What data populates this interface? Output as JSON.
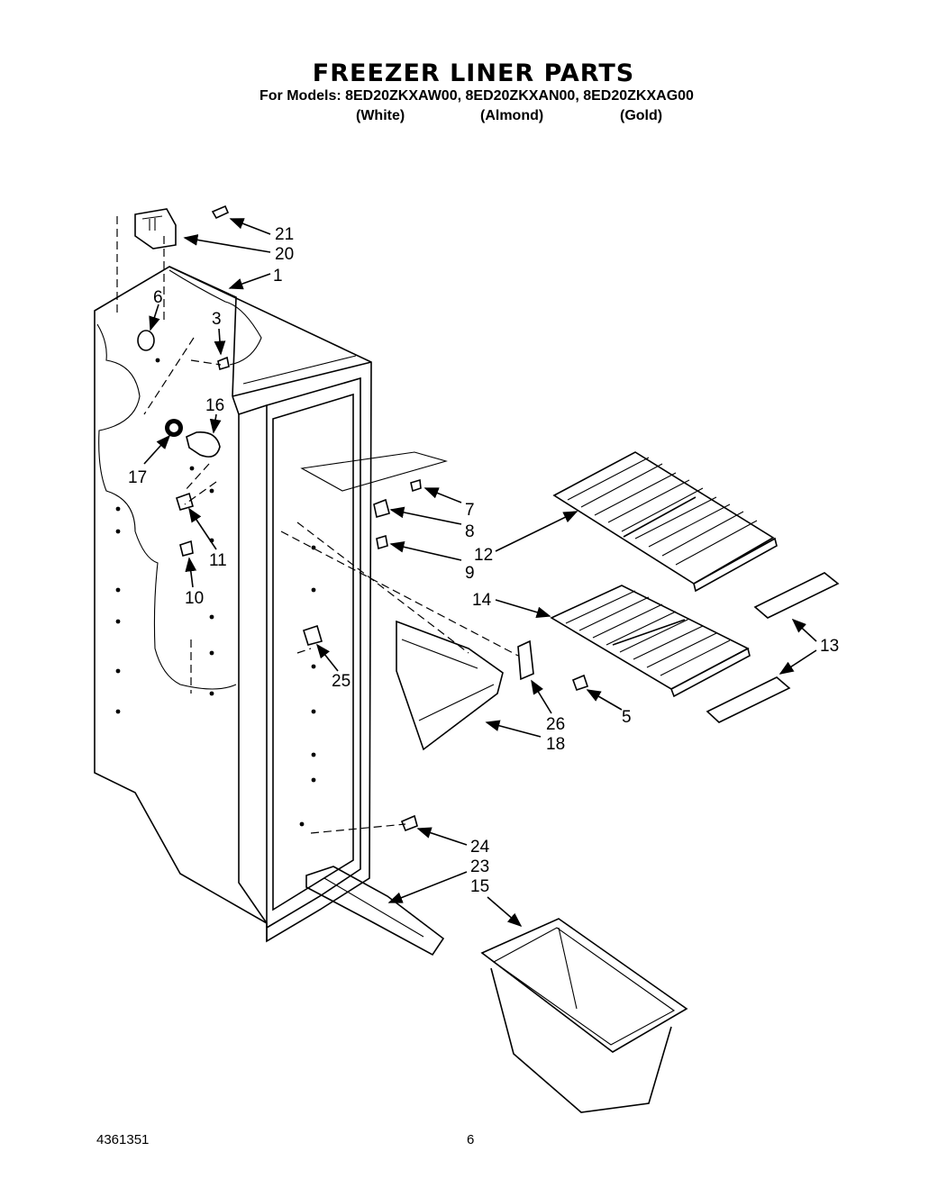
{
  "header": {
    "title": "FREEZER LINER PARTS",
    "models_line": "For Models: 8ED20ZKXAW00, 8ED20ZKXAN00, 8ED20ZKXAG00",
    "colors": [
      "(White)",
      "(Almond)",
      "(Gold)"
    ]
  },
  "callouts": [
    "21",
    "20",
    "1",
    "6",
    "3",
    "16",
    "17",
    "7",
    "8",
    "12",
    "9",
    "11",
    "14",
    "10",
    "13",
    "25",
    "5",
    "26",
    "18",
    "24",
    "23",
    "15"
  ],
  "footer": {
    "doc_number": "4361351",
    "page_number": "6"
  }
}
